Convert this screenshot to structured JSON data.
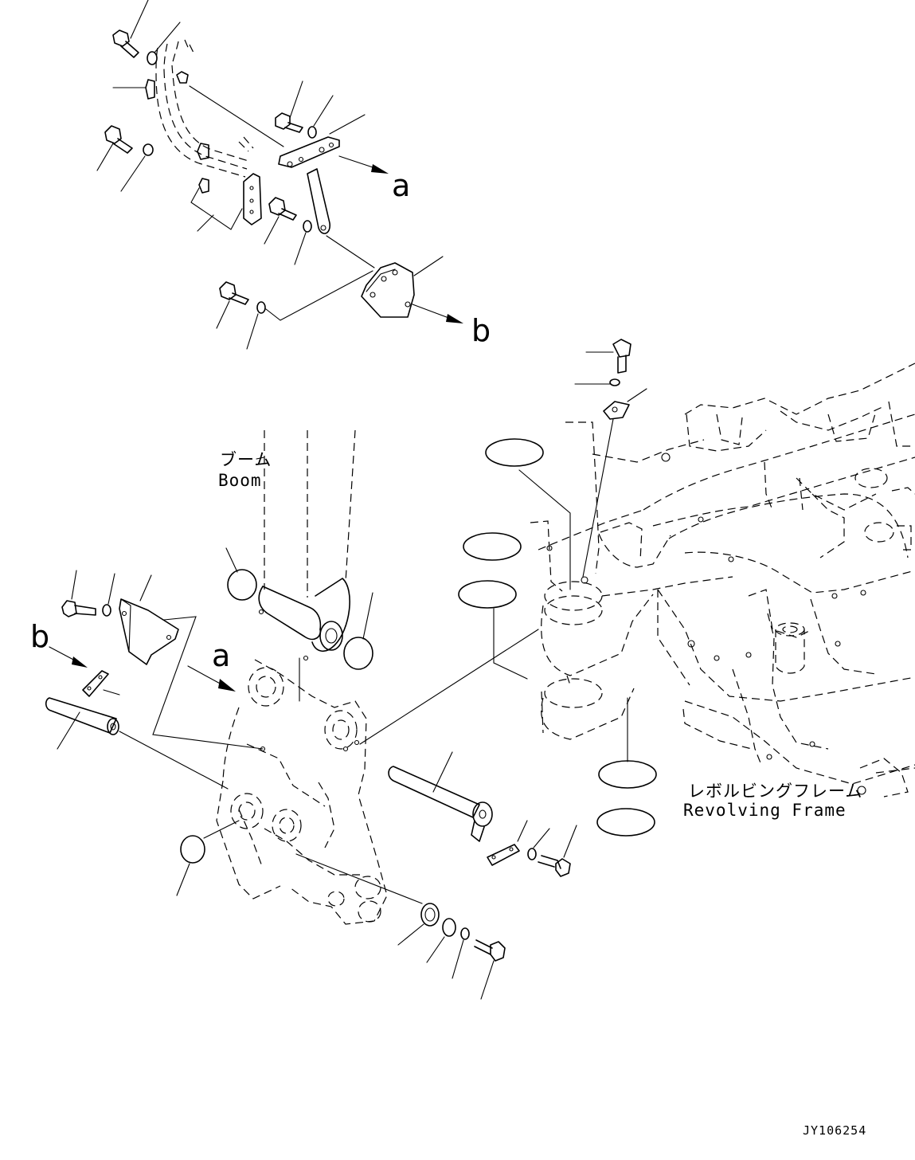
{
  "callouts": {
    "a": "a",
    "b": "b"
  },
  "labels": {
    "boom_jp": "ブーム",
    "boom_en": "Boom",
    "frame_jp": "レボルビングフレーム",
    "frame_en": "Revolving Frame"
  },
  "drawing_code": "JY106254"
}
